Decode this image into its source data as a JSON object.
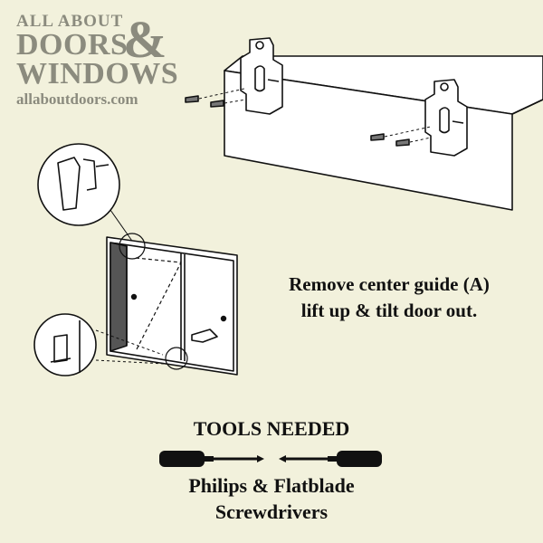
{
  "logo": {
    "line1": "ALL ABOUT",
    "line2": "DOORS",
    "ampersand": "&",
    "line3": "WINDOWS",
    "url": "allaboutdoors.com"
  },
  "instruction": {
    "line1": "Remove center guide (A)",
    "line2": "lift up & tilt door out."
  },
  "tools": {
    "title": "TOOLS NEEDED",
    "line1": "Philips & Flatblade",
    "line2": "Screwdrivers"
  },
  "colors": {
    "background": "#f2f1dc",
    "logo": "#8b8b7e",
    "ink": "#111111"
  }
}
